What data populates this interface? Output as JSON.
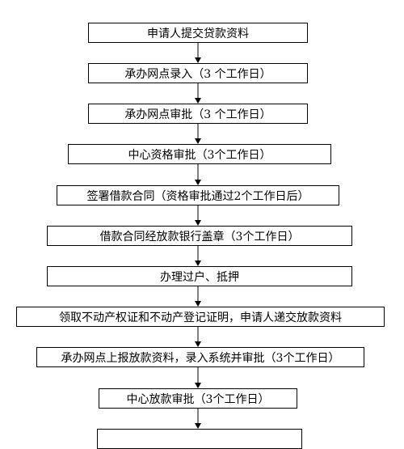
{
  "flowchart": {
    "steps": [
      "申请人提交贷款资料",
      "承办网点录入（3 个工作日）",
      "承办网点审批（3 个工作日）",
      "中心资格审批（3个工作日）",
      "签署借款合同（资格审批通过2个工作日后）",
      "借款合同经放款银行盖章（3个工作日）",
      "办理过户、抵押",
      "领取不动产权证和不动产登记证明，申请人递交放款资料",
      "承办网点上报放款资料，录入系统并审批（3个工作日）",
      "中心放款审批（3个工作日）",
      ""
    ]
  },
  "colors": {
    "line": "#000000",
    "background": "#ffffff",
    "text": "#000000"
  }
}
